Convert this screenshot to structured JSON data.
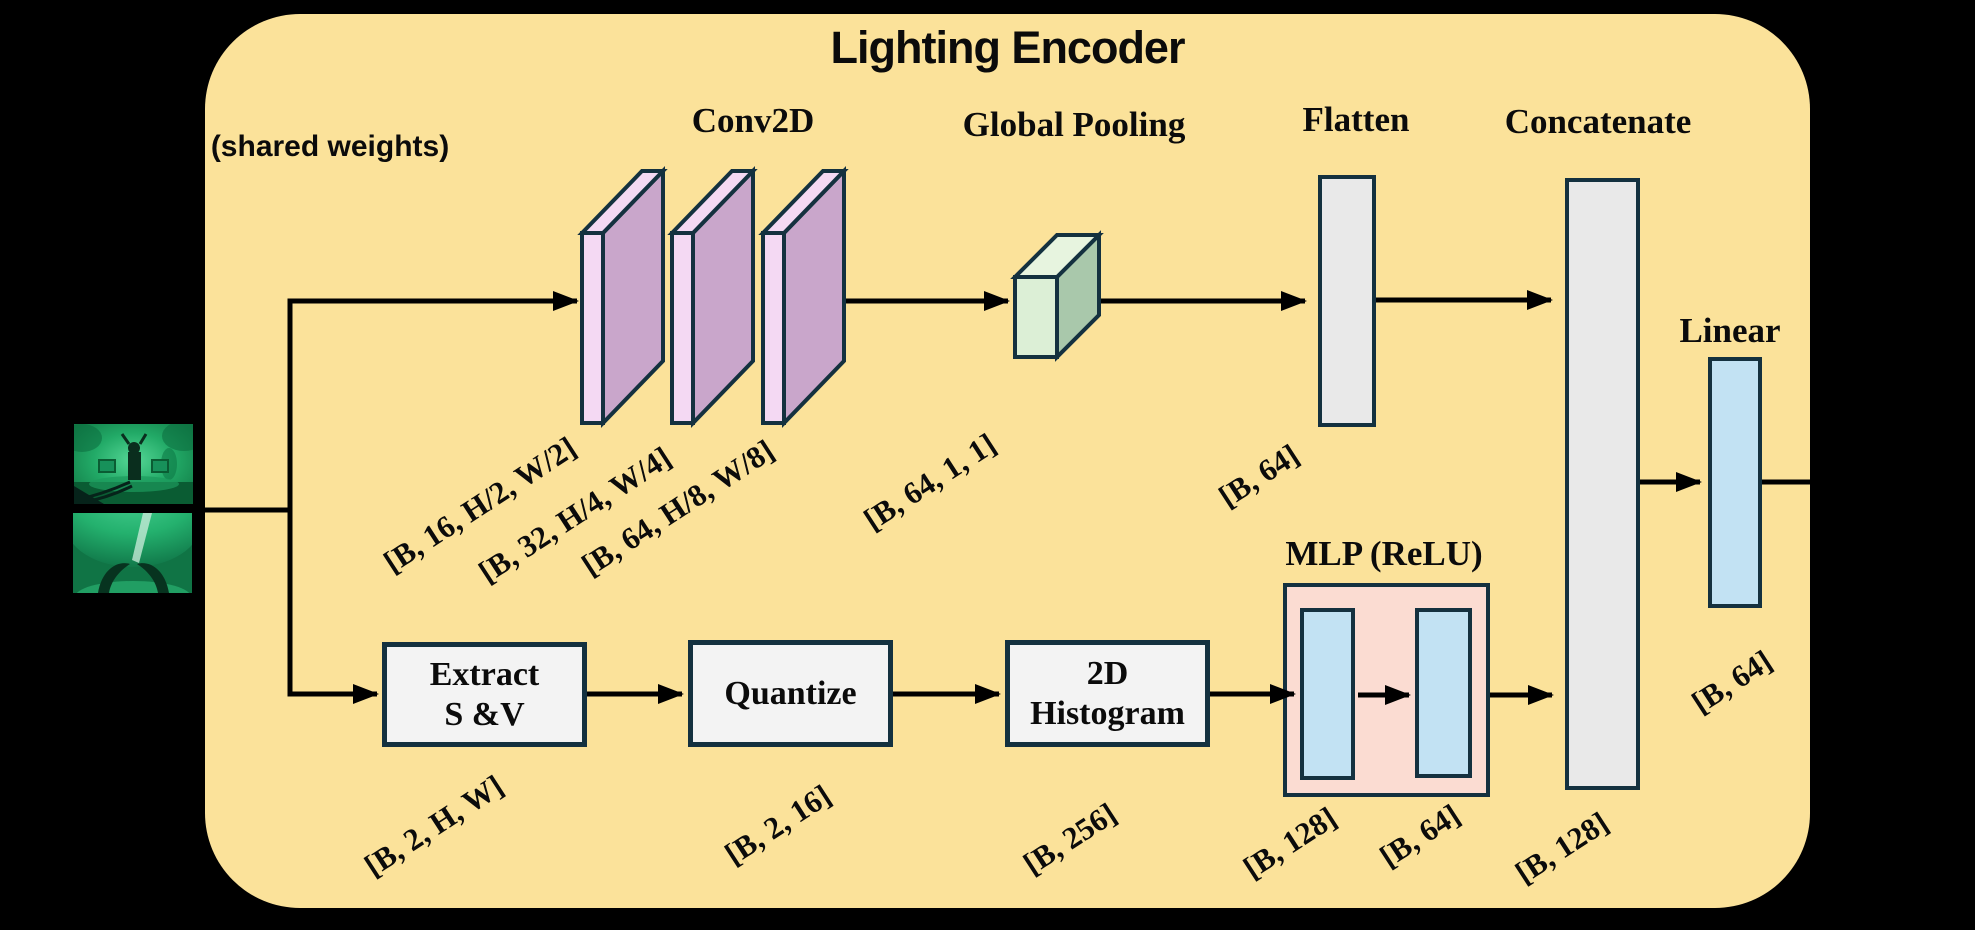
{
  "title": "Lighting Encoder",
  "annotations": {
    "shared_weights": "(shared weights)"
  },
  "stages": {
    "conv": "Conv2D",
    "pool": "Global Pooling",
    "flatten": "Flatten",
    "concatenate": "Concatenate",
    "linear": "Linear",
    "mlp": "MLP (ReLU)"
  },
  "process_boxes": {
    "extract_line1": "Extract",
    "extract_line2": "S &V",
    "quantize": "Quantize",
    "histogram_line1": "2D",
    "histogram_line2": "Histogram"
  },
  "tensor_labels": {
    "conv1": "[B, 16, H/2, W/2]",
    "conv2": "[B, 32, H/4, W/4]",
    "conv3": "[B, 64, H/8, W/8]",
    "pool": "[B, 64, 1, 1]",
    "flatten": "[B, 64]",
    "extract": "[B, 2, H, W]",
    "quantize": "[B, 2, 16]",
    "histogram": "[B, 256]",
    "mlp_hidden": "[B, 128]",
    "mlp_out": "[B, 64]",
    "concatenate": "[B, 128]",
    "linear": "[B, 64]"
  },
  "icons": {
    "input_image_top": "green-tinted-lab-photo",
    "input_image_bottom": "green-tinted-bowl-photo"
  },
  "colors": {
    "background": "#000000",
    "panel": "#FBE29A",
    "outline": "#14313F",
    "conv_front": "#F4D9F3",
    "conv_side": "#C9A6CB",
    "pool_front": "#DCEFD6",
    "pool_top": "#E7F4DF",
    "pool_side": "#A9C8AB",
    "bar_gray": "#E9E9E9",
    "bar_blue": "#C2E2F3",
    "mlp_panel": "#FBDCD2",
    "process_box": "#F3F3F3",
    "arrow": "#000000"
  }
}
